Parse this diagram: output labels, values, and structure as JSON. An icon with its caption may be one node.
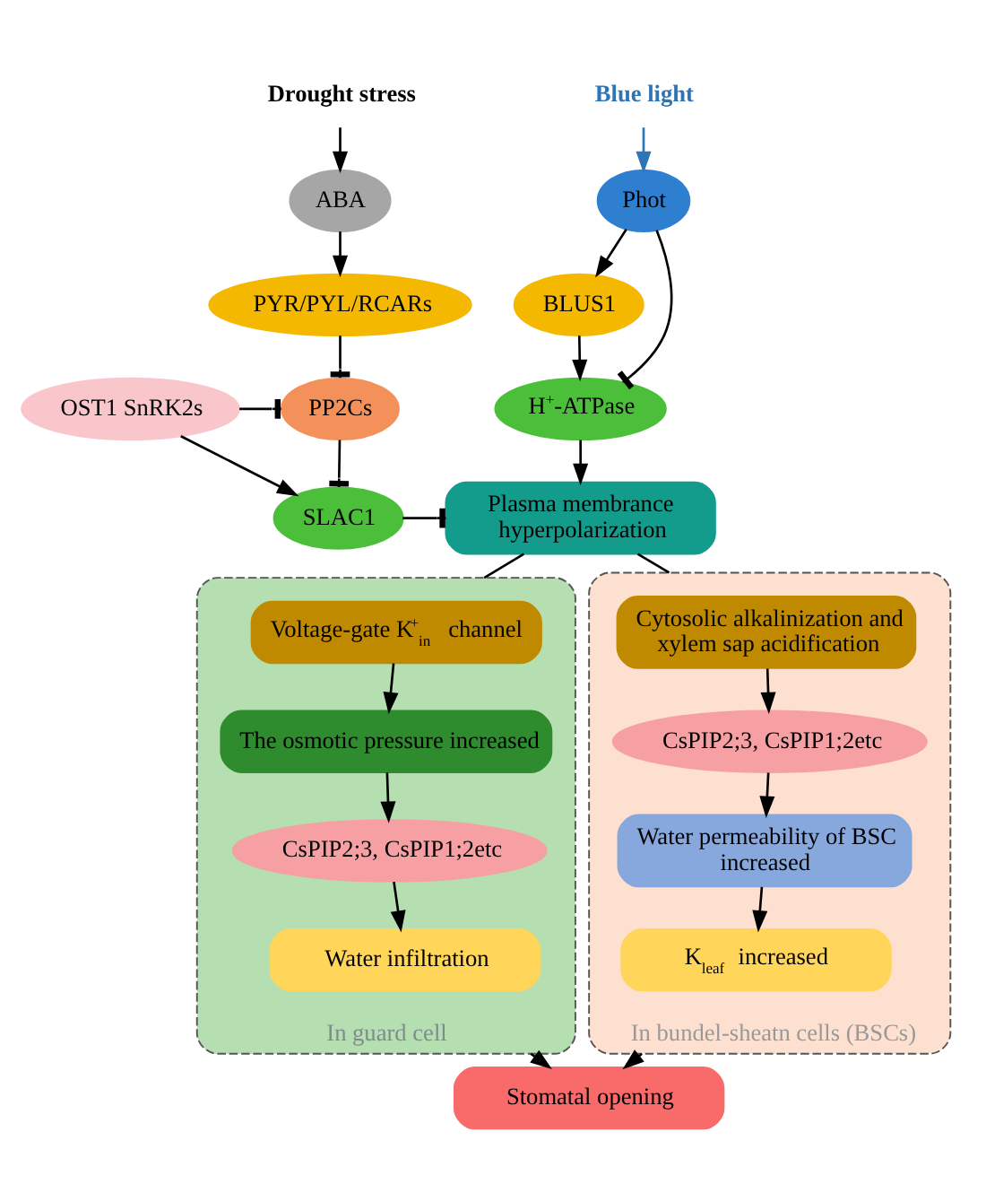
{
  "diagram": {
    "nodes": [
      {
        "text": [
          "Blue light"
        ]
      },
      {
        "text": [
          "Drought stress"
        ]
      },
      {
        "text": [
          "Phot"
        ]
      },
      {
        "text": [
          "BLUS1"
        ]
      },
      {
        "text": [
          "H$^{+}$-ATPase"
        ]
      },
      {
        "text": [
          "ABA"
        ]
      },
      {
        "text": [
          "PYR/PYL/RCARs"
        ]
      },
      {
        "text": [
          "PP2Cs"
        ]
      },
      {
        "text": [
          "OST1 SnRK2s"
        ]
      },
      {
        "text": [
          "SLAC1"
        ]
      },
      {
        "text": [
          "Plasma membrance hyperpolarization"
        ]
      },
      {
        "text": [
          "In guard cell"
        ]
      },
      {
        "text": [
          "Voltage-gate K$^{+}$$_{in}$ channel"
        ],
        "in": 11
      },
      {
        "text": [
          "The osmotic pressure increased"
        ],
        "in": 11
      },
      {
        "text": [
          "CsPIP2;3, CsPIP1;2etc"
        ],
        "in": 11
      },
      {
        "text": [
          "Water infiltration"
        ],
        "in": 11
      },
      {
        "text": [
          "In bundel-sheatn cells (BSCs)"
        ]
      },
      {
        "text": [
          "Cytosolic alkalinization and xylem sap acidification"
        ],
        "in": 16
      },
      {
        "text": [
          "CsPIP2;3, CsPIP1;2etc"
        ],
        "in": 16
      },
      {
        "text": [
          "Water permeability of BSC increased"
        ],
        "in": 16
      },
      {
        "text": [
          "K$_{leaf}$ increased"
        ],
        "in": 16
      },
      {
        "text": [
          "Stomatal opening"
        ]
      }
    ],
    "edges": [
      {
        "from": 0,
        "to": 2,
        "arrow": "to",
        "color": "#2e75b6"
      },
      {
        "from": 1,
        "to": 5,
        "arrow": "to"
      },
      {
        "from": 2,
        "to": 3,
        "arrow": "to"
      },
      {
        "from": 3,
        "to": 4,
        "arrow": "to"
      },
      {
        "from": 2,
        "to": 4,
        "arrow": "other"
      },
      {
        "from": 4,
        "to": 10,
        "arrow": "to"
      },
      {
        "from": 5,
        "to": 6,
        "arrow": "to"
      },
      {
        "from": 6,
        "to": 7,
        "arrow": "other"
      },
      {
        "from": 8,
        "to": 7,
        "arrow": "other"
      },
      {
        "from": 7,
        "to": 9,
        "arrow": "other"
      },
      {
        "from": 8,
        "to": 9,
        "arrow": "to"
      },
      {
        "from": 9,
        "to": 10,
        "arrow": "other"
      },
      {
        "from": 10,
        "to": 11,
        "arrow": "none"
      },
      {
        "from": 10,
        "to": 16,
        "arrow": "none"
      },
      {
        "from": 12,
        "to": 13,
        "arrow": "to"
      },
      {
        "from": 13,
        "to": 14,
        "arrow": "to"
      },
      {
        "from": 14,
        "to": 15,
        "arrow": "to"
      },
      {
        "from": 17,
        "to": 18,
        "arrow": "to"
      },
      {
        "from": 18,
        "to": 19,
        "arrow": "to"
      },
      {
        "from": 19,
        "to": 20,
        "arrow": "to"
      },
      {
        "from": 11,
        "to": 21,
        "arrow": "to"
      },
      {
        "from": 16,
        "to": 21,
        "arrow": "to"
      }
    ]
  }
}
